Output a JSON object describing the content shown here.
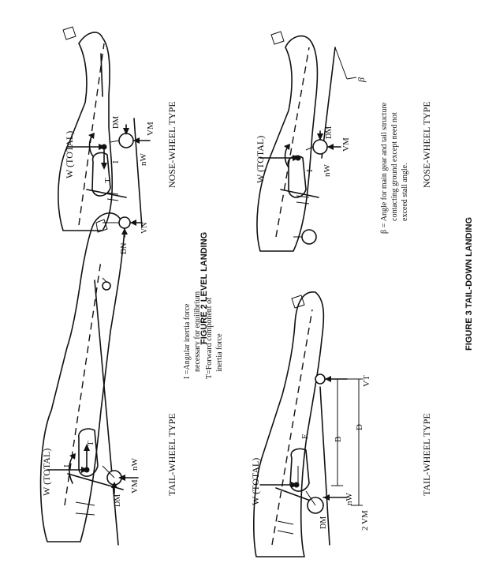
{
  "figure2": {
    "caption": "FIGURE 2  LEVEL LANDING",
    "tail_wheel": {
      "type_label": "TAIL-WHEEL TYPE",
      "w_label": "W (TOTAL)",
      "i_label": "I",
      "t_label": "T",
      "nw_label": "nW",
      "dm_label": "DM",
      "vm_label": "VM"
    },
    "nose_wheel": {
      "type_label": "NOSE-WHEEL TYPE",
      "w_label": "W (TOTAL)",
      "i_label": "I",
      "t_label": "T",
      "nw_label": "nW",
      "dm_label": "DM",
      "vm_label": "VM",
      "dn_label": "DN",
      "vn_label": "VN"
    },
    "legend": {
      "i_def_line1": "I =Angular inertia force",
      "i_def_line2": "necessary for equilibrium",
      "t_def_line1": "T=Forward component of",
      "t_def_line2": "inertia force"
    }
  },
  "figure3": {
    "caption": "FIGURE 3   TAIL-DOWN LANDING",
    "tail_wheel": {
      "type_label": "TAIL-WHEEL TYPE",
      "w_label": "W (TOTAL)",
      "nw_label": "nW",
      "dm_label": "DM",
      "vm_label": "2 VM",
      "vt_label": "VT",
      "b_label": "B",
      "d_label": "D",
      "e_label": "E"
    },
    "nose_wheel": {
      "type_label": "NOSE-WHEEL TYPE",
      "w_label": "W (TOTAL)",
      "i_label": "I",
      "nw_label": "nW",
      "dm_label": "DM",
      "vm_label": "VM",
      "beta_label": "β",
      "beta_def_line1": "β = Angle for main gear and tail structure",
      "beta_def_line2": "contacting ground except need not",
      "beta_def_line3": "exceed stall angle."
    }
  }
}
